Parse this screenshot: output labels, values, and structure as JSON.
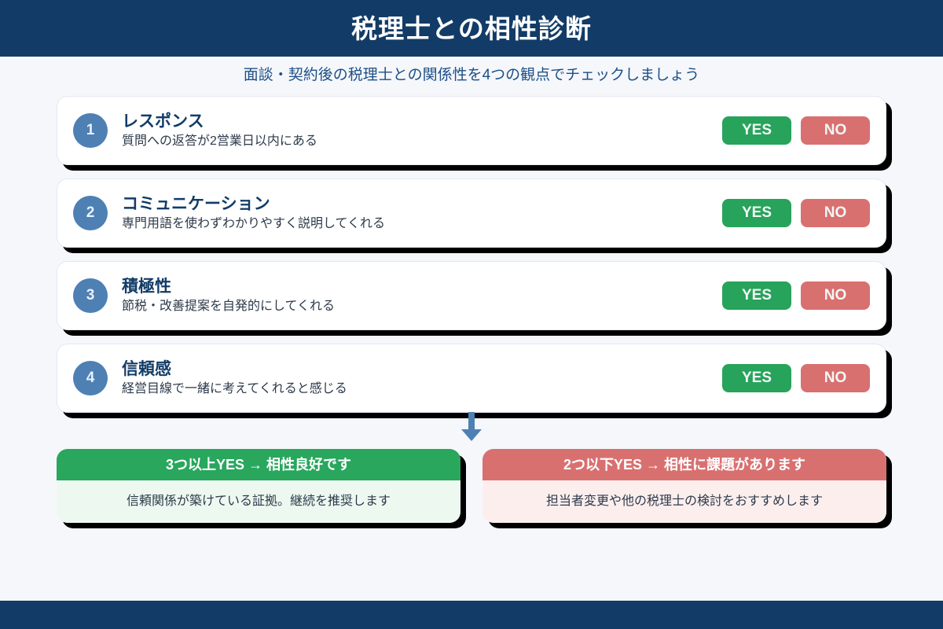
{
  "header": {
    "title": "税理士との相性診断"
  },
  "subtitle": "面談・契約後の税理士との関係性を4つの観点でチェックしましょう",
  "checklist": {
    "items": [
      {
        "number": "1",
        "title": "レスポンス",
        "description": "質問への返答が2営業日以内にある",
        "yes_label": "YES",
        "no_label": "NO"
      },
      {
        "number": "2",
        "title": "コミュニケーション",
        "description": "専門用語を使わずわかりやすく説明してくれる",
        "yes_label": "YES",
        "no_label": "NO"
      },
      {
        "number": "3",
        "title": "積極性",
        "description": "節税・改善提案を自発的にしてくれる",
        "yes_label": "YES",
        "no_label": "NO"
      },
      {
        "number": "4",
        "title": "信頼感",
        "description": "経営目線で一緒に考えてくれると感じる",
        "yes_label": "YES",
        "no_label": "NO"
      }
    ]
  },
  "flow_arrow": "down-arrow-icon",
  "results": {
    "good": {
      "headline": "3つ以上YES → 相性良好です",
      "detail": "信頼関係が築けている証拠。継続を推奨します"
    },
    "bad": {
      "headline": "2つ以下YES → 相性に課題があります",
      "detail": "担当者変更や他の税理士の検討をおすすめします"
    }
  },
  "colors": {
    "navy": "#123c67",
    "background": "#f5f7fb",
    "circle_blue": "#4e80b4",
    "yes_green": "#27a35b",
    "no_red": "#d97070",
    "good_tint": "#edf9f0",
    "bad_tint": "#fdeeee",
    "arrow_blue": "#4e80b4"
  }
}
